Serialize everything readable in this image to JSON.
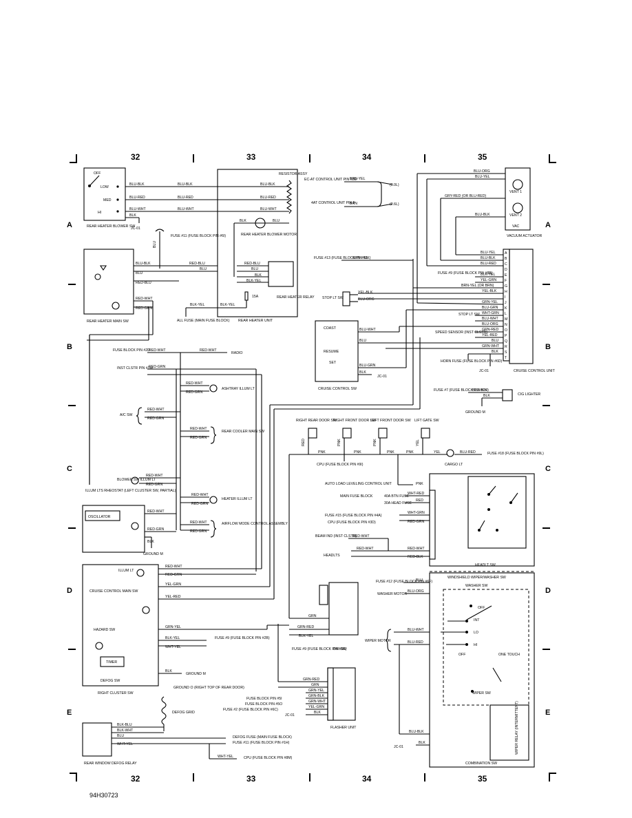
{
  "columns": [
    "32",
    "33",
    "34",
    "35"
  ],
  "rows": [
    "A",
    "B",
    "C",
    "D",
    "E"
  ],
  "figure_id": "94H30723",
  "components": {
    "rear_heater_blower_sw": {
      "name": "REAR HEATER BLOWER SW",
      "positions": [
        "OFF",
        "LOW",
        "MED",
        "HI"
      ]
    },
    "jc01": "JC-01",
    "fuse11": "FUSE #11 (FUSE BLOCK PIN #6I)",
    "resistor_assy": "RESISTOR ASSY",
    "blower_motor": "REAR HEATER BLOWER MOTOR",
    "rear_heater_main_sw": "REAR HEATER MAIN SW",
    "rear_heater_relay": "REAR HEATER RELAY",
    "fuse_15a": "15A",
    "all_fuse": "ALL FUSE (MAIN FUSE BLOCK)",
    "rear_heater_unit": "REAR HEATER UNIT",
    "ec_at_control": "EC-AT CONTROL UNIT PIN #2E",
    "at4_control": "4AT CONTROL UNIT PIN F",
    "engine_30": "(3.0L)",
    "engine_26": "(2.6L)",
    "vent1": "VENT 1",
    "vent2": "VENT 2",
    "vac": "VAC",
    "vacuum_actuator": "VACUUM ACTUATOR",
    "fuse13": "FUSE #13 (FUSE BLOCK PIN #2K)",
    "fuse9_top": "FUSE #9 (FUSE BLOCK PIN #8B)",
    "stop_lt_sw": "STOP LT SW",
    "stop_lt_sw2": "STOP LT SW",
    "speed_sensor": "SPEED SENSOR (INST CLSTR)",
    "horn_fuse": "HORN FUSE (FUSE BLOCK PIN #6D)",
    "cruise_control_unit": "CRUISE CONTROL UNIT",
    "unit_pins": [
      "A",
      "B",
      "C",
      "D",
      "E",
      "F",
      "G",
      "H",
      "I",
      "J",
      "K",
      "L",
      "M",
      "N",
      "O",
      "P",
      "Q",
      "R",
      "S",
      "T"
    ],
    "cruise_control_sw": {
      "name": "CRUISE CONTROL SW",
      "labels": [
        "COAST",
        "RESUME",
        "SET"
      ]
    },
    "fuse7": "FUSE #7 (FUSE BLOCK PIN #2H)",
    "cig_lighter": "CIG LIGHTER",
    "ground_m": "GROUND M",
    "fuse_block_2d": "FUSE BLOCK PIN #2D",
    "radio": "RADIO",
    "inst_clstr_1m": "INST CLSTR PIN #1M",
    "ashtray": "ASHTRAY ILLUM LT",
    "ac_sw": "A/C SW",
    "rear_cooler": "REAR COOLER MAIN SW",
    "blower_illum": "BLOWER SW ILLUM LT",
    "illum_rheostat": "ILLUM LTS RHEOSTAT (LEFT CLUSTER SW, PARTIAL)",
    "heater_illum": "HEATER ILLUM LT",
    "oscillator": "OSCILLATOR",
    "airflow": "AIRFLOW MODE CONTROL ASSEMBLY",
    "door_switches": [
      "RIGHT REAR DOOR SW",
      "RIGHT FRONT DOOR SW",
      "LEFT FRONT DOOR SW",
      "LIFT GATE SW"
    ],
    "cpu_fuse": "CPU (FUSE BLOCK PIN #9I)",
    "cargo_lt": "CARGO LT",
    "fuse18": "FUSE #18 (FUSE BLOCK PIN #9L)",
    "auto_load": "AUTO LOAD LEVELING CONTROL UNIT",
    "main_fuse_block": "MAIN FUSE BLOCK",
    "fuse_40a": "40A BTN FUSE",
    "fuse_30a": "30A HEAD FUSE",
    "fuse15": "FUSE #15 (FUSE BLOCK PIN #4A)",
    "cpu_3d": "CPU (FUSE BLOCK PIN #3D)",
    "beam_ind": "BEAM IND (INST CLSTR)",
    "headlts": "HEADLTS",
    "headlt_sw": "HEADLT SW",
    "illum_lt": "ILLUM LT",
    "cruise_main_sw": "CRUISE CONTROL MAIN SW",
    "hazard_sw": "HAZARD SW",
    "timer": "TIMER",
    "defog_sw": "DEFOG SW",
    "right_cluster_sw": "RIGHT CLUSTER SW",
    "fuse9_2b": "FUSE #9 (FUSE BLOCK PIN #2B)",
    "ground_m2": "GROUND M",
    "ground_o": "GROUND O (RIGHT TOP OF REAR DOOR)",
    "defog_grid": "DEFOG GRID",
    "dir_sw": "DIR SW",
    "fuse9_5e": "FUSE #9 (FUSE BLOCK PIN #5E)",
    "flasher_unit": "FLASHER UNIT",
    "fb_pins": [
      "FUSE BLOCK PIN #5I",
      "FUSE BLOCK PIN #5O",
      "FUSE #2 (FUSE BLOCK PIN #6C)",
      "JC-01"
    ],
    "fuse12": "FUSE #12 (FUSE BLOCK PIN #6F)",
    "washer_motor": "WASHER MOTOR",
    "wiper_motor": "WIPER MOTOR",
    "windshield_sw": "WINDSHIELD WIPER/WASHER SW",
    "washer_sw": "WASHER SW",
    "wiper_pos": [
      "OFF",
      "INT",
      "LO",
      "HI"
    ],
    "one_touch": "ONE TOUCH",
    "off2": "OFF",
    "wiper_sw": "WIPER SW",
    "wiper_relay": "WIPER RELAY (INTERMITTENT)",
    "combination_sw": "COMBINATION SW",
    "rear_window_relay": "REAR WINDOW DEFOG RELAY",
    "defog_fuse": "DEFOG FUSE (MAIN FUSE BLOCK)",
    "fuse11_1h": "FUSE #11 (FUSE BLOCK PIN #1H)",
    "cpu_8m": "CPU (FUSE BLOCK PIN #8M)",
    "jc01_b": "JC-01"
  },
  "wire_colors": {
    "blu_blk": "BLU-BLK",
    "blu_red": "BLU-RED",
    "blu_wht": "BLU-WHT",
    "blu": "BLU",
    "blk": "BLK",
    "blk_yel": "BLK-YEL",
    "red_blu": "RED-BLU",
    "red_wht": "RED-WHT",
    "red_grn": "RED-GRN",
    "brn_yel": "BRN-YEL",
    "brn": "BRN",
    "blu_org": "BLU-ORG",
    "blu_yel": "BLU-YEL",
    "gry_red": "GRY-RED (OR BLU-RED)",
    "grn_yel": "GRN-YEL",
    "yel_grn": "YEL-GRN",
    "brn_yel2": "BRN-YEL (OR BRN)",
    "yel_blk": "YEL-BLK",
    "wht_grn": "WHT-GRN",
    "grn_red": "GRN-RED",
    "yel_red": "YEL-RED",
    "grn_wht": "GRN-WHT",
    "pnk": "PNK",
    "yel": "YEL",
    "wht_red": "WHT-RED",
    "red": "RED",
    "wht_yel": "WHT-YEL",
    "grn": "GRN",
    "grn_blk": "GRN-BLK",
    "blk_wht": "BLK-WHT",
    "blk_blu": "BLK-BLU",
    "blu_grn": "BLU-GRN",
    "red_blk": "RED-BLK",
    "grn_red2": "GRN-RED",
    "wht_yel2": "WHT-YEL"
  }
}
